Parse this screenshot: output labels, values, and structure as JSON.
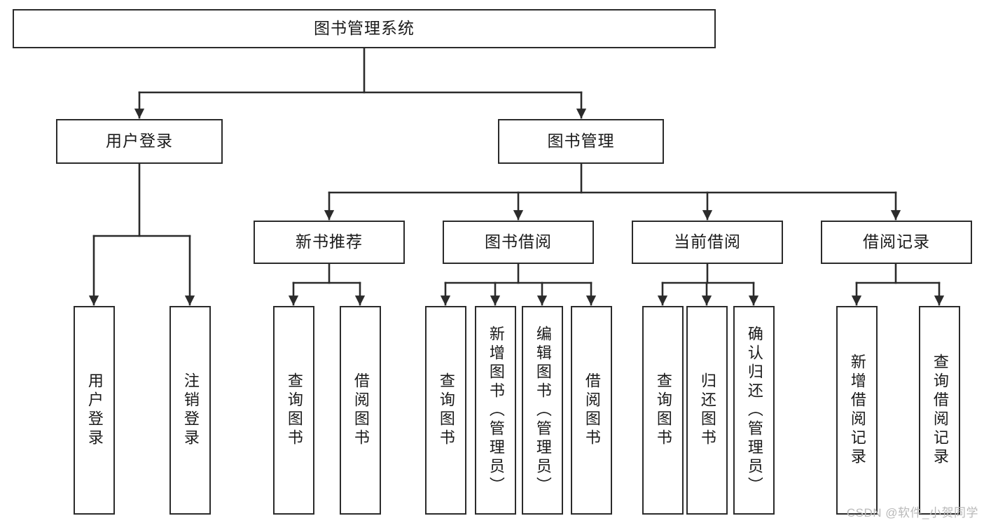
{
  "diagram": {
    "title": "图书管理系统",
    "type": "hierarchy-tree",
    "watermark": "CSDN @软件_小贺同学",
    "colors": {
      "stroke": "#2b2b2b",
      "fill": "#ffffff",
      "text": "#1a1a1a",
      "watermark": "#b9b9b9"
    },
    "levels": [
      {
        "level": 1,
        "nodes": [
          {
            "id": "root",
            "label": "图书管理系统",
            "orientation": "horizontal"
          }
        ]
      },
      {
        "level": 2,
        "nodes": [
          {
            "id": "user-login",
            "label": "用户登录",
            "orientation": "horizontal",
            "parent": "root"
          },
          {
            "id": "book-manage",
            "label": "图书管理",
            "orientation": "horizontal",
            "parent": "root"
          }
        ]
      },
      {
        "level": 3,
        "nodes": [
          {
            "id": "new-book-rec",
            "label": "新书推荐",
            "orientation": "horizontal",
            "parent": "book-manage"
          },
          {
            "id": "book-borrow",
            "label": "图书借阅",
            "orientation": "horizontal",
            "parent": "book-manage"
          },
          {
            "id": "current-borrow",
            "label": "当前借阅",
            "orientation": "horizontal",
            "parent": "book-manage"
          },
          {
            "id": "borrow-record",
            "label": "借阅记录",
            "orientation": "horizontal",
            "parent": "book-manage"
          }
        ]
      },
      {
        "level": 4,
        "nodes": [
          {
            "id": "leaf-user-login",
            "label": "用户登录",
            "orientation": "vertical",
            "parent": "user-login"
          },
          {
            "id": "leaf-logout",
            "label": "注销登录",
            "orientation": "vertical",
            "parent": "user-login"
          },
          {
            "id": "leaf-query-book-1",
            "label": "查询图书",
            "orientation": "vertical",
            "parent": "new-book-rec"
          },
          {
            "id": "leaf-borrow-book-1",
            "label": "借阅图书",
            "orientation": "vertical",
            "parent": "new-book-rec"
          },
          {
            "id": "leaf-query-book-2",
            "label": "查询图书",
            "orientation": "vertical",
            "parent": "book-borrow"
          },
          {
            "id": "leaf-add-book",
            "label": "新增图书（管理员）",
            "orientation": "vertical",
            "parent": "book-borrow"
          },
          {
            "id": "leaf-edit-book",
            "label": "编辑图书（管理员）",
            "orientation": "vertical",
            "parent": "book-borrow"
          },
          {
            "id": "leaf-borrow-book-2",
            "label": "借阅图书",
            "orientation": "vertical",
            "parent": "book-borrow"
          },
          {
            "id": "leaf-query-book-3",
            "label": "查询图书",
            "orientation": "vertical",
            "parent": "current-borrow"
          },
          {
            "id": "leaf-return-book",
            "label": "归还图书",
            "orientation": "vertical",
            "parent": "current-borrow"
          },
          {
            "id": "leaf-confirm-return",
            "label": "确认归还（管理员）",
            "orientation": "vertical",
            "parent": "current-borrow"
          },
          {
            "id": "leaf-add-record",
            "label": "新增借阅记录",
            "orientation": "vertical",
            "parent": "borrow-record"
          },
          {
            "id": "leaf-query-record",
            "label": "查询借阅记录",
            "orientation": "vertical",
            "parent": "borrow-record"
          }
        ]
      }
    ]
  }
}
